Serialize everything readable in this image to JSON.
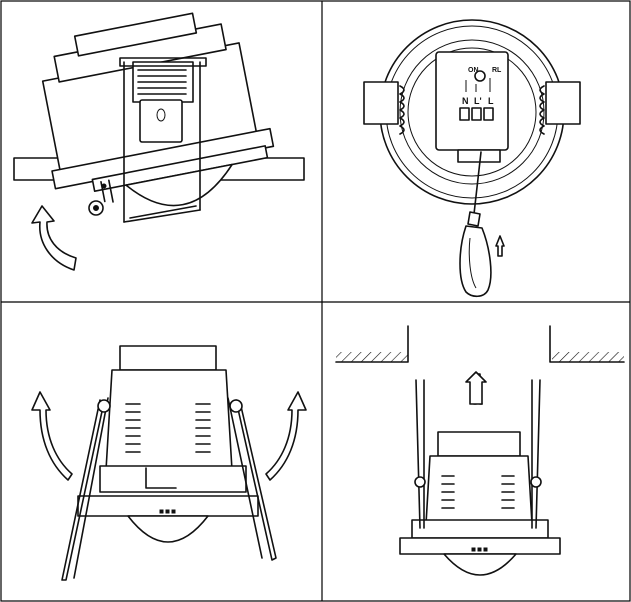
{
  "panels": [
    {
      "id": "top-left",
      "labels": []
    },
    {
      "id": "top-right",
      "terminal_top_labels": [
        "ON",
        "RL"
      ],
      "terminal_bottom_labels": [
        "N",
        "L'",
        "L"
      ]
    },
    {
      "id": "bottom-left",
      "labels": []
    },
    {
      "id": "bottom-right",
      "labels": []
    }
  ],
  "colors": {
    "line": "#111111",
    "background": "#ffffff",
    "grid": "#000000"
  }
}
